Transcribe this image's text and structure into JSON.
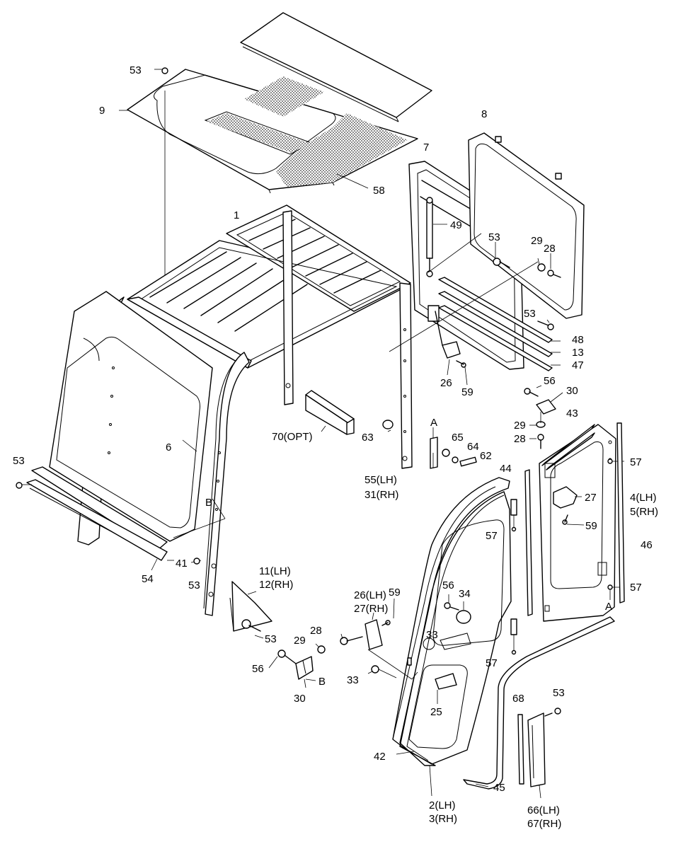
{
  "callouts": [
    {
      "id": "c53a",
      "text": "53"
    },
    {
      "id": "c9",
      "text": "9"
    },
    {
      "id": "c58",
      "text": "58"
    },
    {
      "id": "c8",
      "text": "8"
    },
    {
      "id": "c7",
      "text": "7"
    },
    {
      "id": "c1",
      "text": "1"
    },
    {
      "id": "c49",
      "text": "49"
    },
    {
      "id": "c53b",
      "text": "53"
    },
    {
      "id": "c29a",
      "text": "29"
    },
    {
      "id": "c28a",
      "text": "28"
    },
    {
      "id": "c53c",
      "text": "53"
    },
    {
      "id": "c48",
      "text": "48"
    },
    {
      "id": "c13",
      "text": "13"
    },
    {
      "id": "c47",
      "text": "47"
    },
    {
      "id": "c26a",
      "text": "26"
    },
    {
      "id": "c59a",
      "text": "59"
    },
    {
      "id": "c56a",
      "text": "56"
    },
    {
      "id": "c30a",
      "text": "30"
    },
    {
      "id": "c43",
      "text": "43"
    },
    {
      "id": "c29b",
      "text": "29"
    },
    {
      "id": "c28b",
      "text": "28"
    },
    {
      "id": "c57a",
      "text": "57"
    },
    {
      "id": "c70",
      "text": "70(OPT)"
    },
    {
      "id": "c63",
      "text": "63"
    },
    {
      "id": "cA1",
      "text": "A"
    },
    {
      "id": "c65",
      "text": "65"
    },
    {
      "id": "c64",
      "text": "64"
    },
    {
      "id": "c62",
      "text": "62"
    },
    {
      "id": "c55",
      "text": "55(LH)"
    },
    {
      "id": "c31",
      "text": "31(RH)"
    },
    {
      "id": "c6",
      "text": "6"
    },
    {
      "id": "c53d",
      "text": "53"
    },
    {
      "id": "c44",
      "text": "44"
    },
    {
      "id": "c27a",
      "text": "27"
    },
    {
      "id": "c4",
      "text": "4(LH)"
    },
    {
      "id": "c5",
      "text": "5(RH)"
    },
    {
      "id": "c59b",
      "text": "59"
    },
    {
      "id": "c57b",
      "text": "57"
    },
    {
      "id": "c46",
      "text": "46"
    },
    {
      "id": "cB1",
      "text": "B"
    },
    {
      "id": "c41",
      "text": "41"
    },
    {
      "id": "c54",
      "text": "54"
    },
    {
      "id": "c53e",
      "text": "53"
    },
    {
      "id": "c11",
      "text": "11(LH)"
    },
    {
      "id": "c12",
      "text": "12(RH)"
    },
    {
      "id": "c26b",
      "text": "26(LH)"
    },
    {
      "id": "c27b",
      "text": "27(RH)"
    },
    {
      "id": "c59c",
      "text": "59"
    },
    {
      "id": "c56b",
      "text": "56"
    },
    {
      "id": "c34",
      "text": "34"
    },
    {
      "id": "c57c",
      "text": "57"
    },
    {
      "id": "cA2",
      "text": "A"
    },
    {
      "id": "c53f",
      "text": "53"
    },
    {
      "id": "c28c",
      "text": "28"
    },
    {
      "id": "c29c",
      "text": "29"
    },
    {
      "id": "c33a",
      "text": "33"
    },
    {
      "id": "c57d",
      "text": "57"
    },
    {
      "id": "c56c",
      "text": "56"
    },
    {
      "id": "cB2",
      "text": "B"
    },
    {
      "id": "c33b",
      "text": "33"
    },
    {
      "id": "c30b",
      "text": "30"
    },
    {
      "id": "c25",
      "text": "25"
    },
    {
      "id": "c68",
      "text": "68"
    },
    {
      "id": "c53g",
      "text": "53"
    },
    {
      "id": "c42",
      "text": "42"
    },
    {
      "id": "c45",
      "text": "45"
    },
    {
      "id": "c2",
      "text": "2(LH)"
    },
    {
      "id": "c3",
      "text": "3(RH)"
    },
    {
      "id": "c66",
      "text": "66(LH)"
    },
    {
      "id": "c67",
      "text": "67(RH)"
    }
  ]
}
